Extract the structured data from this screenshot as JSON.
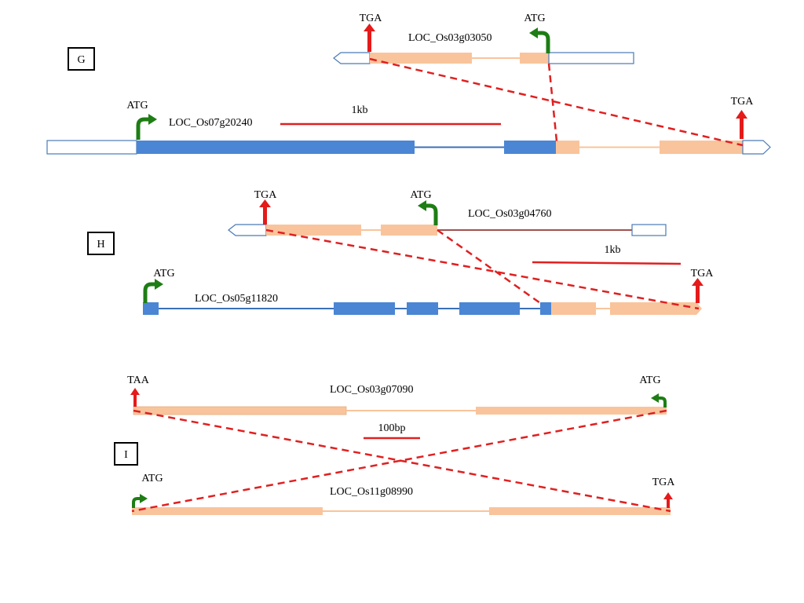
{
  "colors": {
    "exon_orange": "#f9c49b",
    "exon_blue": "#4a86d4",
    "intron_orange": "#f9c49b",
    "intron_blue": "#3a70b8",
    "intron_brown": "#a0524f",
    "utr_outline": "#4a7ab8",
    "dashed_red": "#e02020",
    "scale_red": "#e02020",
    "start_arrow_green": "#1e7d14",
    "stop_arrow_red": "#e51a1a"
  },
  "panels": {
    "G": {
      "letter": "G",
      "scale_label": "1kb",
      "upper_gene": {
        "name": "LOC_Os03g03050",
        "stop_codon": "TGA",
        "start_codon": "ATG"
      },
      "lower_gene": {
        "name": "LOC_Os07g20240",
        "start_codon": "ATG",
        "stop_codon": "TGA"
      }
    },
    "H": {
      "letter": "H",
      "scale_label": "1kb",
      "upper_gene": {
        "name": "LOC_Os03g04760",
        "stop_codon": "TGA",
        "start_codon": "ATG"
      },
      "lower_gene": {
        "name": "LOC_Os05g11820",
        "start_codon": "ATG",
        "stop_codon": "TGA"
      }
    },
    "I": {
      "letter": "I",
      "scale_label": "100bp",
      "upper_gene": {
        "name": "LOC_Os03g07090",
        "stop_codon": "TAA",
        "start_codon": "ATG"
      },
      "lower_gene": {
        "name": "LOC_Os11g08990",
        "start_codon": "ATG",
        "stop_codon": "TGA"
      }
    }
  }
}
